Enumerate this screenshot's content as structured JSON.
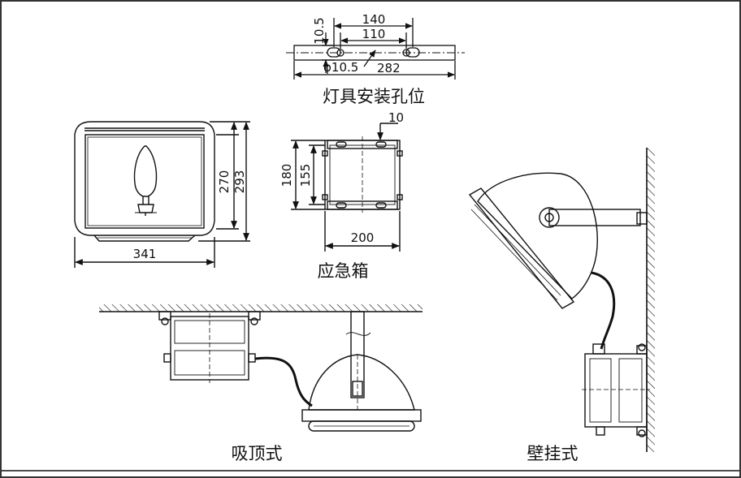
{
  "mount_holes": {
    "dims": {
      "d140": "140",
      "d110": "110",
      "d10_5_vert": "10.5",
      "hole": "φ10.5",
      "d282": "282"
    },
    "caption": "灯具安装孔位"
  },
  "front_view": {
    "dims": {
      "width": "341",
      "h270": "270",
      "h293": "293"
    }
  },
  "emergency_box": {
    "dims": {
      "d10": "10",
      "h180": "180",
      "h155": "155",
      "w200": "200"
    },
    "caption": "应急箱"
  },
  "ceiling_mount": {
    "caption": "吸顶式"
  },
  "wall_mount": {
    "caption": "壁挂式"
  }
}
